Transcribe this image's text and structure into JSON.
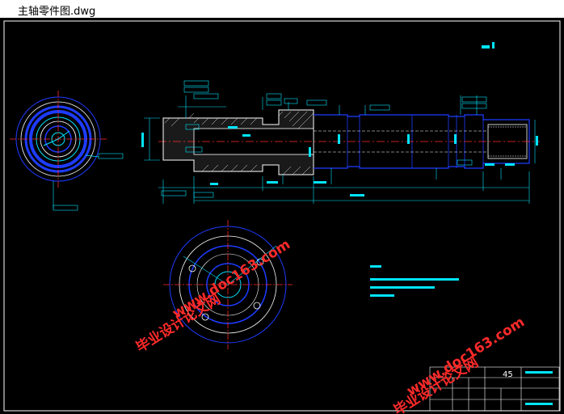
{
  "window": {
    "title": "主轴零件图.dwg"
  },
  "drawing": {
    "colors": {
      "background": "#000000",
      "frame": "#ffffff",
      "outline": "#1e3cff",
      "dimension": "#00e5ff",
      "centerline": "#ff2a2a",
      "hatch": "#ffffff",
      "section_fill": "#0028ff",
      "watermark": "#ff2a2a"
    },
    "title_block": {
      "sheet_number": "45"
    },
    "watermarks": [
      {
        "text": "www.doc163.com"
      },
      {
        "text": "毕业设计论文网"
      },
      {
        "text": "www.doc163.com"
      },
      {
        "text": "毕业设计论文网"
      }
    ]
  }
}
